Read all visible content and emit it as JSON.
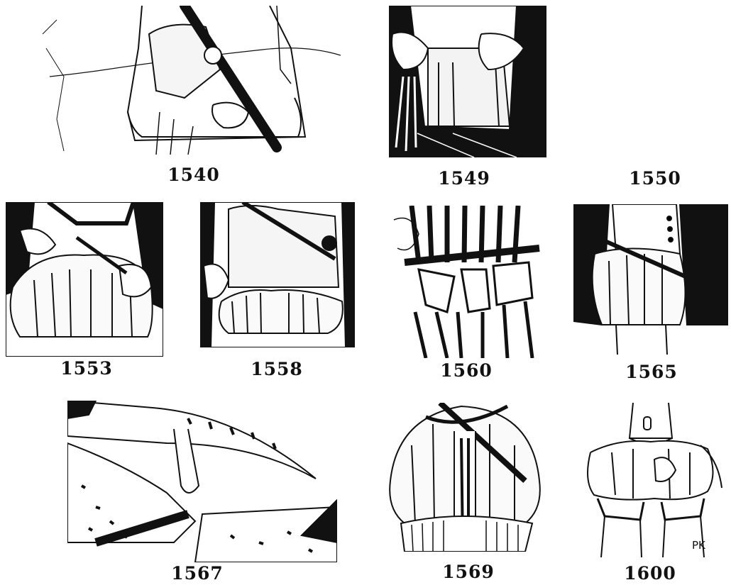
{
  "plates": [
    {
      "year": "1540"
    },
    {
      "year": "1549"
    },
    {
      "year": "1550"
    },
    {
      "year": "1553"
    },
    {
      "year": "1558"
    },
    {
      "year": "1560"
    },
    {
      "year": "1565"
    },
    {
      "year": "1567"
    },
    {
      "year": "1569"
    },
    {
      "year": "1600"
    }
  ],
  "signature": "PK",
  "colors": {
    "ink": "#111111",
    "paper": "#ffffff"
  }
}
